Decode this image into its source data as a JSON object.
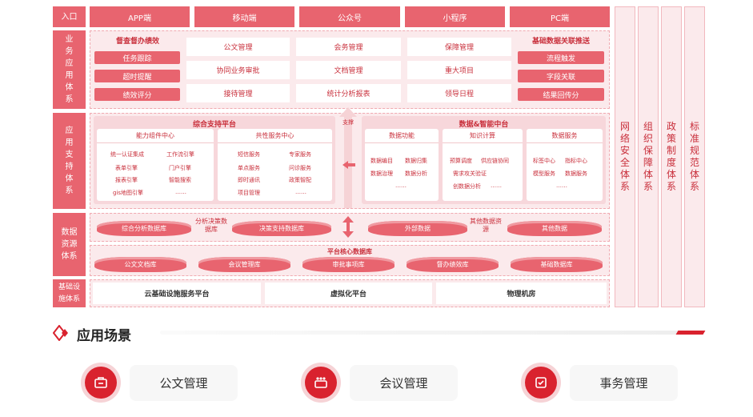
{
  "layers": {
    "entry": "入口",
    "business": "业务应用体系",
    "support": "应用支持体系",
    "data": "数据资源体系",
    "infra": "基础设施体系"
  },
  "channels": [
    "APP端",
    "移动端",
    "公众号",
    "小程序",
    "PC端"
  ],
  "business": {
    "left_title": "督查督办绩效",
    "left_items": [
      "任务跟踪",
      "超时提醒",
      "绩效评分"
    ],
    "grid": [
      "公文管理",
      "会务管理",
      "保障管理",
      "协同业务审批",
      "文档管理",
      "重大项目",
      "接待管理",
      "统计分析报表",
      "领导日程"
    ],
    "right_title": "基础数据关联推送",
    "right_items": [
      "流程触发",
      "字段关联",
      "结果回传分"
    ]
  },
  "support": {
    "arrow_label": "支撑",
    "left_title": "综合支持平台",
    "cap_title": "能力组件中心",
    "cap_items": [
      "统一认证集成",
      "工作流引擎",
      "表单引擎",
      "门户引擎",
      "报表引擎",
      "智能搜索",
      "gis地图引擎",
      "……"
    ],
    "common_title": "共性服务中心",
    "common_items": [
      "短信服务",
      "专家服务",
      "单点服务",
      "问诊服务",
      "即时通讯",
      "政策智配",
      "项目管理",
      "……"
    ],
    "right_title": "数据&智能中台",
    "func_title": "数据功能",
    "func_items": [
      "数据编目",
      "数据归集",
      "数据治理",
      "数据分析",
      "……"
    ],
    "know_title": "知识计算",
    "know_items": [
      "预算调度",
      "供应链协同",
      "需求攻关验证",
      "创数据分析",
      "……"
    ],
    "svc_title": "数据服务",
    "svc_items": [
      "标签中心",
      "指标中心",
      "模型服务",
      "数据服务",
      "……"
    ]
  },
  "data_layer": {
    "row1": [
      "综合分析数据库",
      "决策支持数据库",
      "外部数据",
      "其他数据"
    ],
    "row1_mid_label": "分析决策数据库",
    "row1_right_label": "其他数据资源",
    "core_title": "平台核心数据库",
    "row2": [
      "公文文档库",
      "会议管理库",
      "审批事项库",
      "督办绩效库",
      "基础数据库"
    ]
  },
  "infra": [
    "云基础设施服务平台",
    "虚拟化平台",
    "物理机房"
  ],
  "side_columns": [
    "网络安全体系",
    "组织保障体系",
    "政策制度体系",
    "标准规范体系"
  ],
  "scenes": {
    "title": "应用场景",
    "items": [
      "公文管理",
      "会议管理",
      "事务管理"
    ]
  },
  "colors": {
    "accent": "#e8646f",
    "dark_red": "#d9222e",
    "panel": "#fbeaec"
  }
}
